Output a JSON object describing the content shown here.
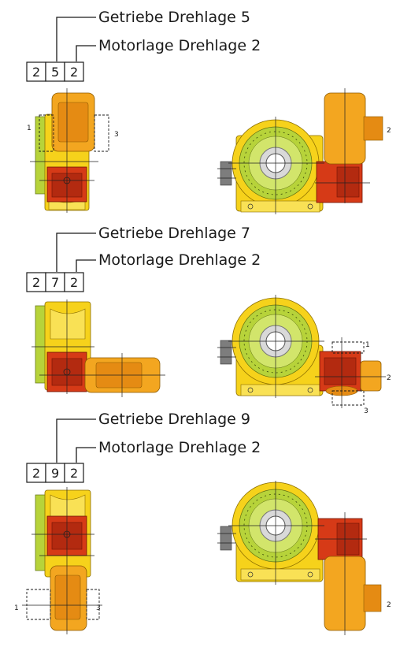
{
  "configurations": [
    {
      "gearbox_label": "Getriebe Drehlage 5",
      "motor_label": "Motorlage Drehlage 2",
      "code": [
        "2",
        "5",
        "2"
      ],
      "side_view_numbers": [
        "1",
        "3"
      ],
      "front_view_numbers": [
        "2"
      ]
    },
    {
      "gearbox_label": "Getriebe Drehlage 7",
      "motor_label": "Motorlage Drehlage 2",
      "code": [
        "2",
        "7",
        "2"
      ],
      "side_view_numbers": [],
      "front_view_numbers": [
        "1",
        "2",
        "3"
      ]
    },
    {
      "gearbox_label": "Getriebe Drehlage 9",
      "motor_label": "Motorlage Drehlage 2",
      "code": [
        "2",
        "9",
        "2"
      ],
      "side_view_numbers": [
        "1",
        "3"
      ],
      "front_view_numbers": [
        "2"
      ]
    }
  ],
  "colors": {
    "housing": "#f6d21b",
    "ring": "#b7d33a",
    "adapter": "#d63a17",
    "motor": "#f3a620"
  }
}
